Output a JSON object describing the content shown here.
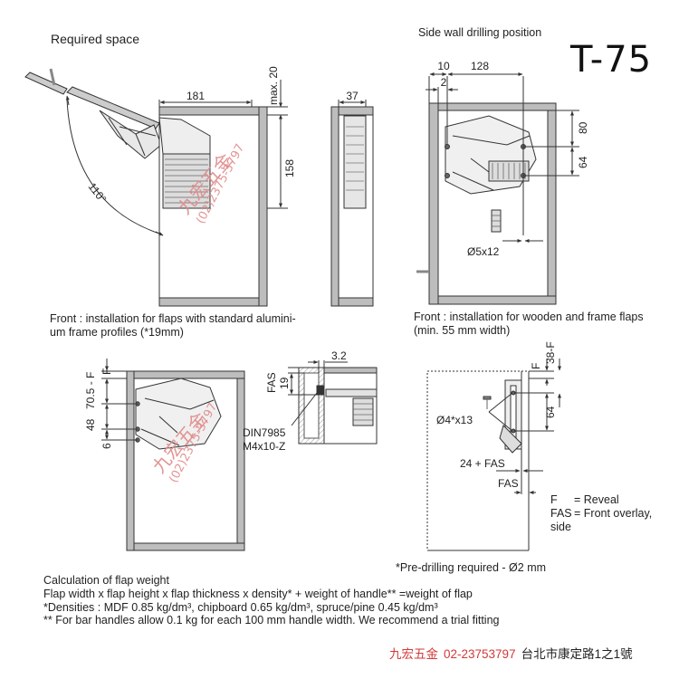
{
  "model": "T-75",
  "sections": {
    "required_space": "Required space",
    "side_wall": "Side wall drilling position"
  },
  "captions": {
    "front_alu_1": "Front : installation for flaps with standard alumini-",
    "front_alu_2": "um frame profiles (*19mm)",
    "front_wood_1": "Front : installation for wooden and frame flaps",
    "front_wood_2": "(min. 55 mm width)",
    "predrill": "*Pre-drilling required - Ø2 mm"
  },
  "dimensions": {
    "d181": "181",
    "max20": "max. 20",
    "d158": "158",
    "angle": "110°",
    "d37": "37",
    "d10": "10",
    "d128": "128",
    "d2": "2",
    "d80": "80",
    "d64a": "64",
    "hole": "Ø5x12",
    "F1": "F",
    "d7055F": "70.5 - F",
    "d48": "48",
    "d6": "6",
    "d32": "3.2",
    "FAS1": "FAS",
    "d19": "19",
    "din": "DIN7985",
    "screw": "M4x10-Z",
    "F2": "F",
    "d38F": "38-F",
    "hole2": "Ø4*x13",
    "d64b": "64",
    "d24FAS": "24 + FAS",
    "FAS2": "FAS"
  },
  "legend": {
    "f_key": "F",
    "f_val": "= Reveal",
    "fas_key": "FAS",
    "fas_val": "= Front overlay,",
    "fas_val2": "side"
  },
  "calculation": {
    "title": "Calculation of flap weight",
    "formula": "Flap width x flap height x flap thickness x density* + weight of handle** =weight of flap",
    "densities": "*Densities : MDF 0.85 kg/dm³, chipboard 0.65 kg/dm³, spruce/pine 0.45 kg/dm³",
    "handles": "** For bar handles allow 0.1 kg for each 100 mm handle width. We recommend a trial fitting"
  },
  "watermark": {
    "name": "九宏五金",
    "phone": "(02)2375-3797"
  },
  "contact": {
    "brand": "九宏五金",
    "phone": "02-23753797",
    "address": "台北市康定路1之1號"
  },
  "colors": {
    "line": "#333333",
    "panel": "#bdbdbd",
    "brand": "#d23a3a"
  }
}
